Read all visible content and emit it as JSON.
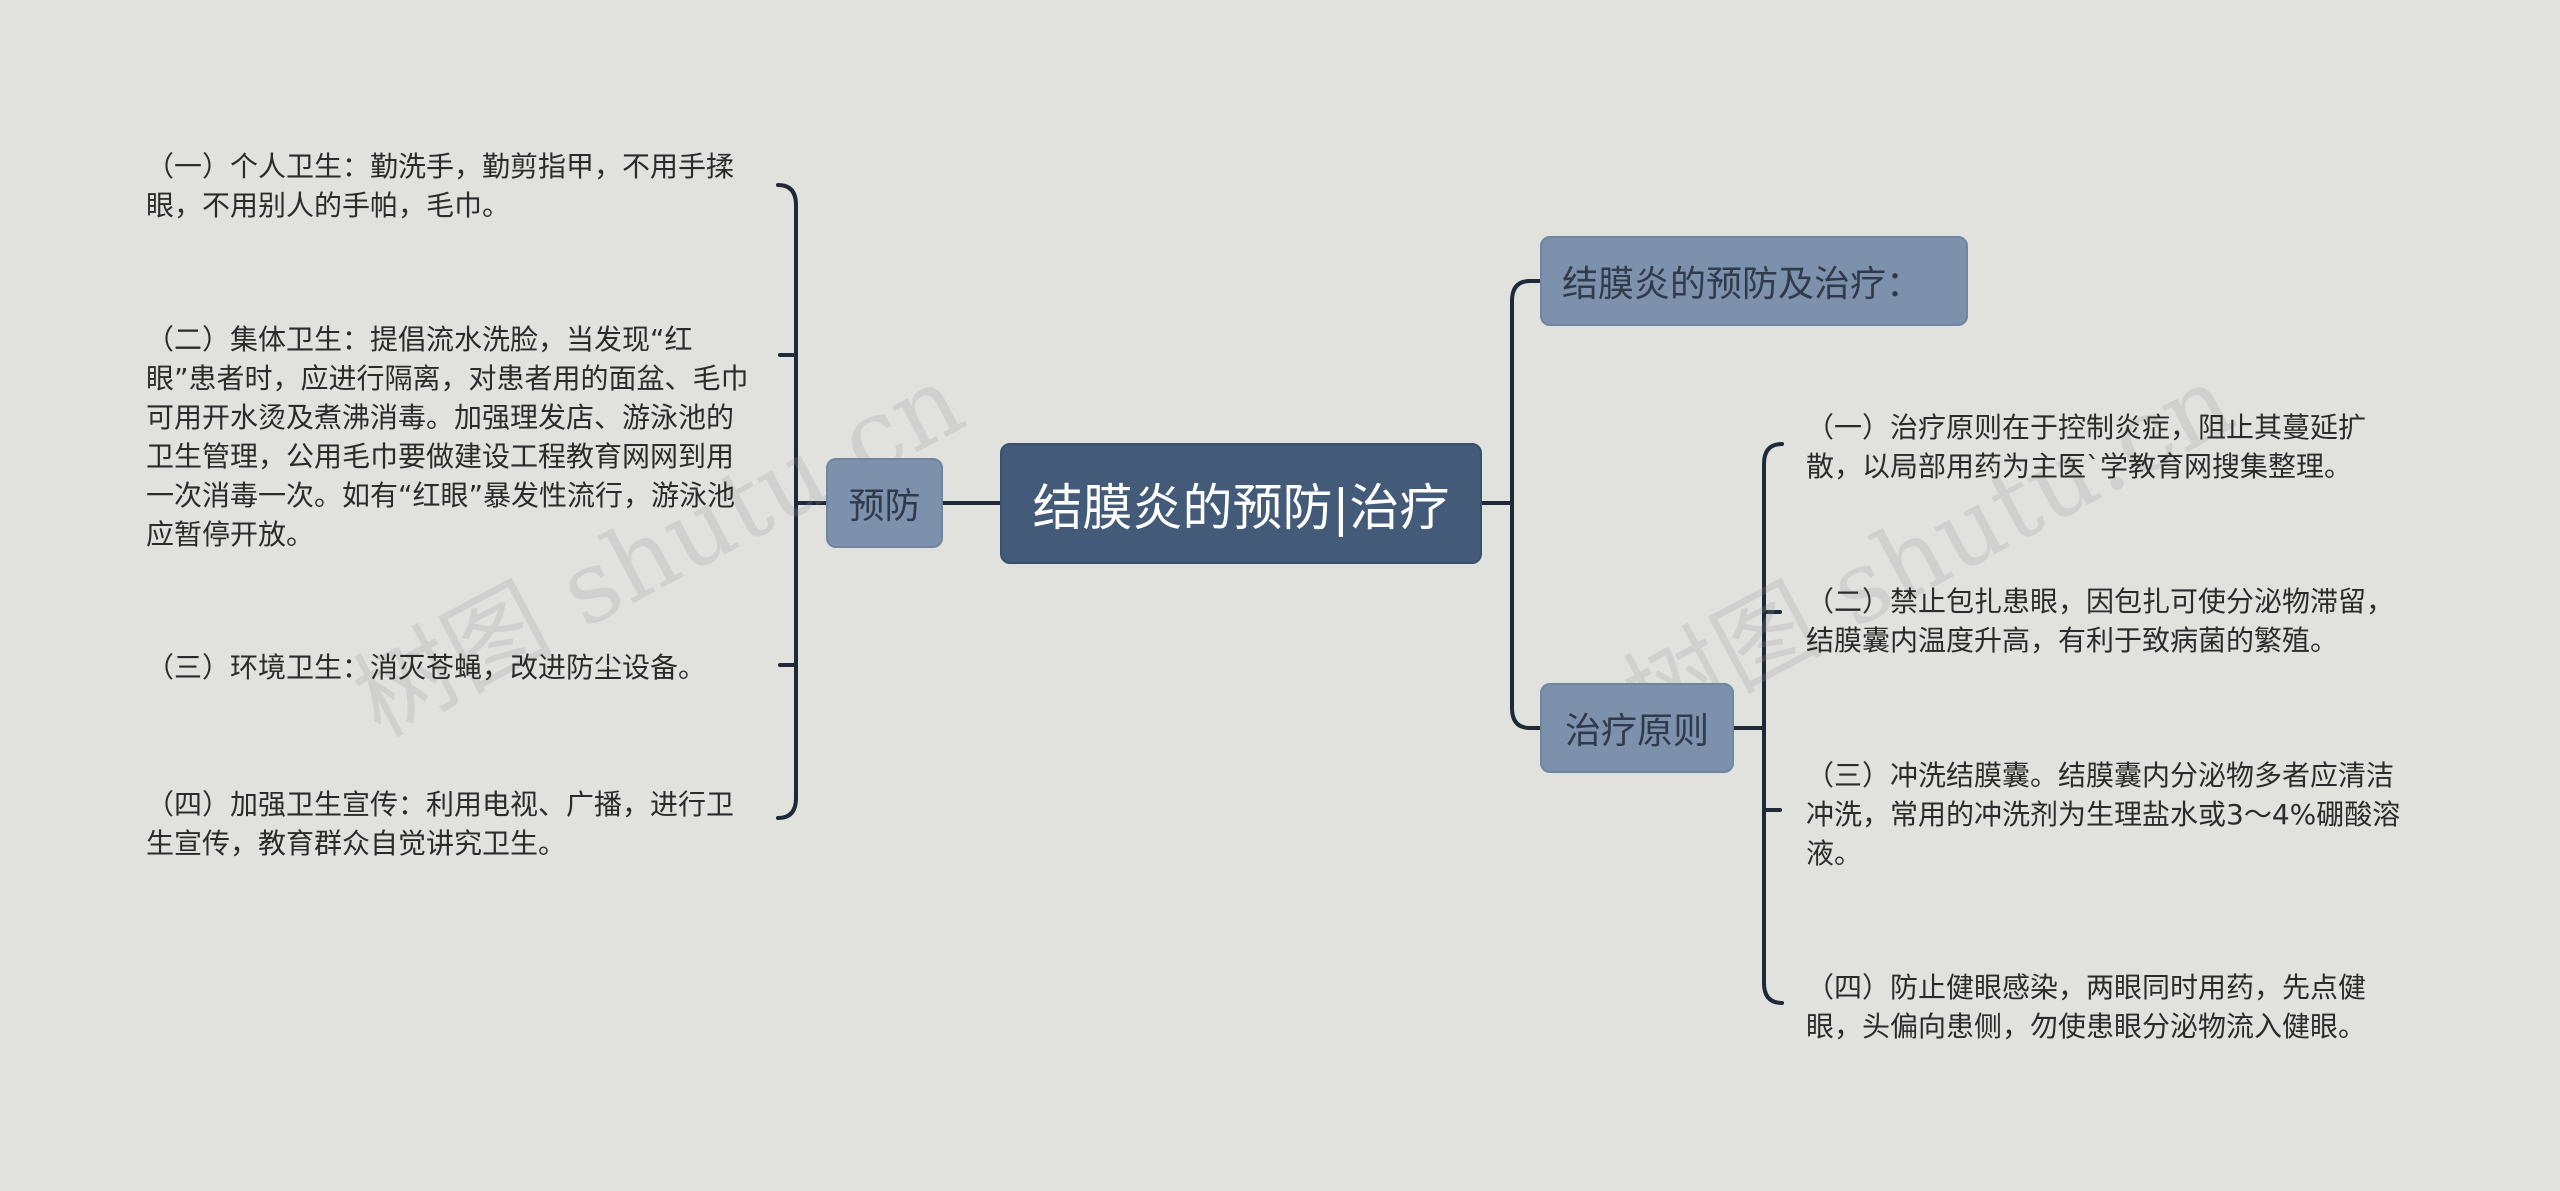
{
  "root": {
    "label": "结膜炎的预防|治疗"
  },
  "left_branch": {
    "label": "预防",
    "items": [
      "（一）个人卫生：勤洗手，勤剪指甲，不用手揉眼，不用别人的手帕，毛巾。",
      "（二）集体卫生：提倡流水洗脸，当发现“红眼”患者时，应进行隔离，对患者用的面盆、毛巾可用开水烫及煮沸消毒。加强理发店、游泳池的卫生管理，公用毛巾要做建设工程教育网网到用一次消毒一次。如有“红眼”暴发性流行，游泳池应暂停开放。",
      "（三）环境卫生：消灭苍蝇，改进防尘设备。",
      "（四）加强卫生宣传：利用电视、广播，进行卫生宣传，教育群众自觉讲究卫生。"
    ]
  },
  "right_title": {
    "label": "结膜炎的预防及治疗："
  },
  "right_branch": {
    "label": "治疗原则",
    "items": [
      "（一）治疗原则在于控制炎症，阻止其蔓延扩散，以局部用药为主医`学教育网搜集整理。",
      "（二）禁止包扎患眼，因包扎可使分泌物滞留，结膜囊内温度升高，有利于致病菌的繁殖。",
      "（三）冲洗结膜囊。结膜囊内分泌物多者应清洁冲洗，常用的冲洗剂为生理盐水或3～4%硼酸溶液。",
      "（四）防止健眼感染，两眼同时用药，先点健眼，头偏向患侧，勿使患眼分泌物流入健眼。"
    ]
  },
  "watermark": {
    "text": "树图 shutu.cn"
  },
  "colors": {
    "background": "#e1e2de",
    "root": "#435a78",
    "branch": "#7d91ad",
    "line": "#1f2a38"
  }
}
